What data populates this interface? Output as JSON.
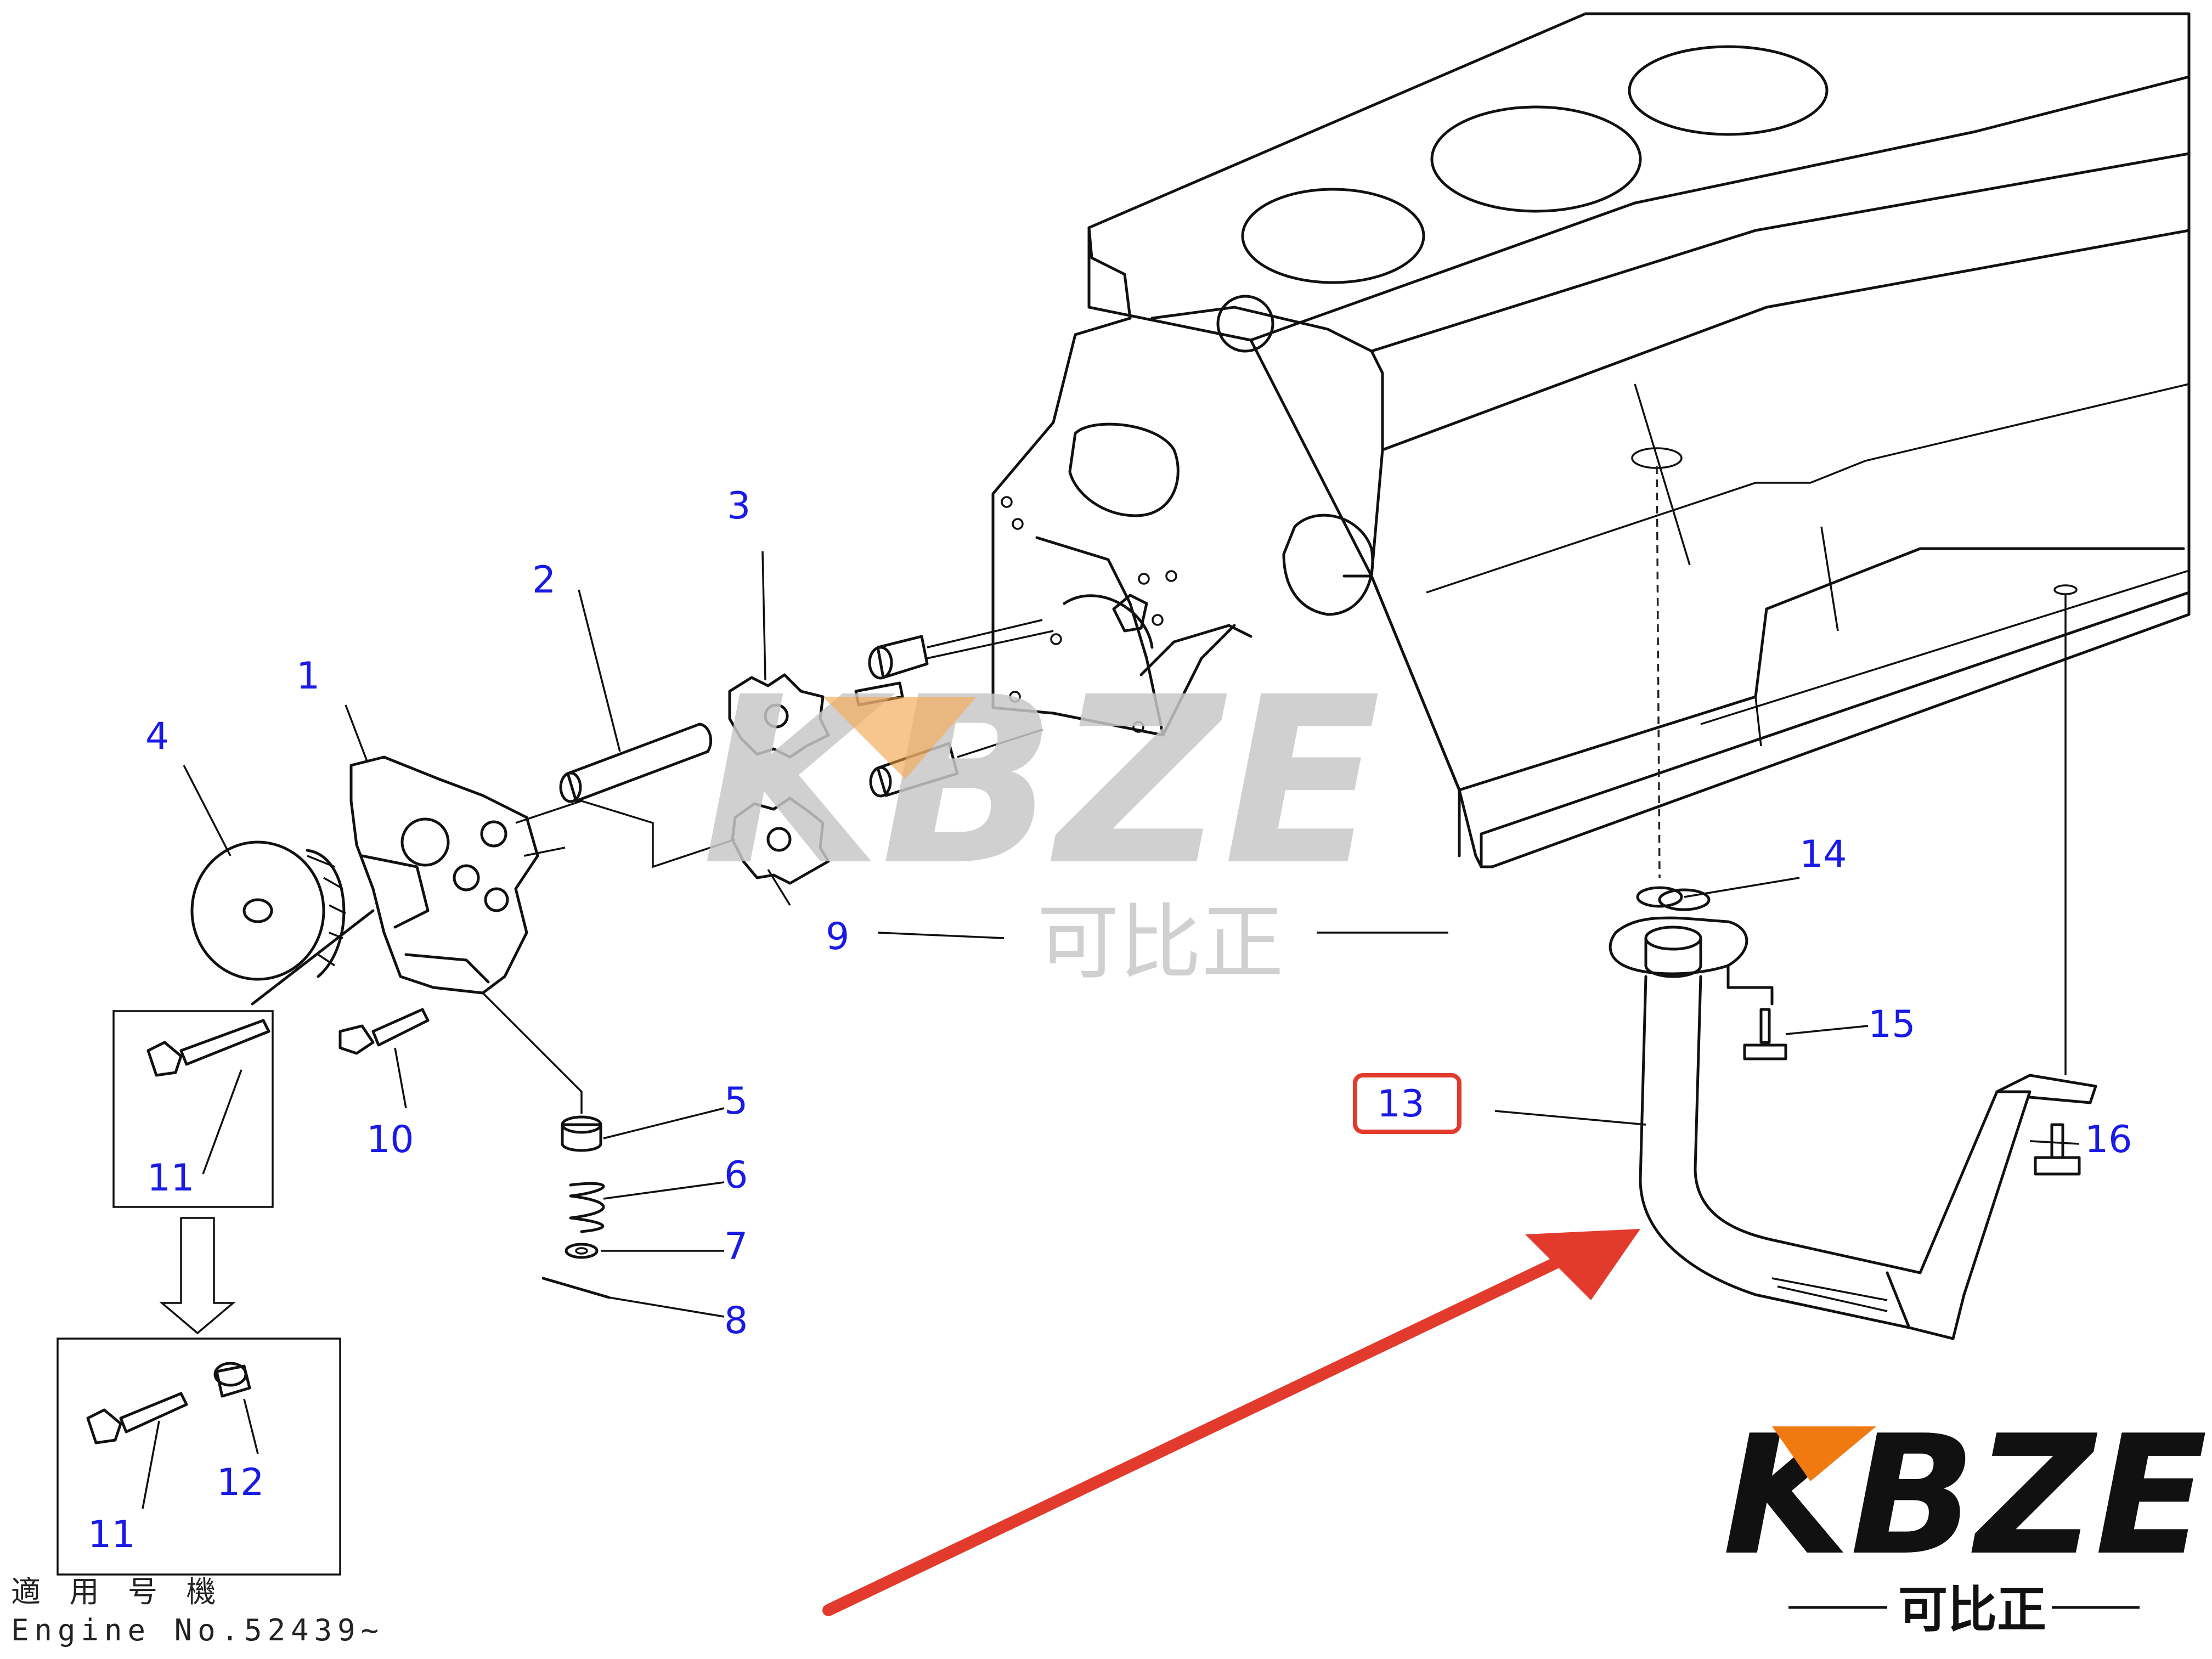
{
  "parts": {
    "p1": "1",
    "p2": "2",
    "p3": "3",
    "p4": "4",
    "p5": "5",
    "p6": "6",
    "p7": "7",
    "p8": "8",
    "p9": "9",
    "p10": "10",
    "p11a": "11",
    "p11b": "11",
    "p12": "12",
    "p13": "13",
    "p14": "14",
    "p15": "15",
    "p16": "16"
  },
  "highlight": {
    "part": "13",
    "color": "#e23b2e"
  },
  "arrow": {
    "color": "#e23b2e"
  },
  "footer": {
    "line1": "適 用 号 機",
    "line2": "Engine No.52439~"
  },
  "watermark": {
    "brand": "KBZE",
    "chinese": "可比正",
    "color": "#c8c8c8",
    "accent": "#f0a040"
  },
  "logo": {
    "brand": "KBZE",
    "chinese": "可比正",
    "accent": "#f07a10"
  }
}
